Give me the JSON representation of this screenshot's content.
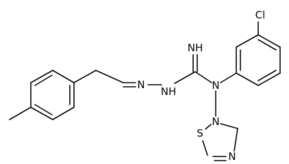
{
  "molecule": {
    "atoms": {
      "imine_nh": "NH",
      "hydrazone_nh": "NH",
      "hydrazone_n": "N",
      "guanidine_n": "N",
      "chloro": "Cl",
      "ring_n_top": "N",
      "ring_s": "S",
      "ring_n_bottom": "N"
    }
  }
}
